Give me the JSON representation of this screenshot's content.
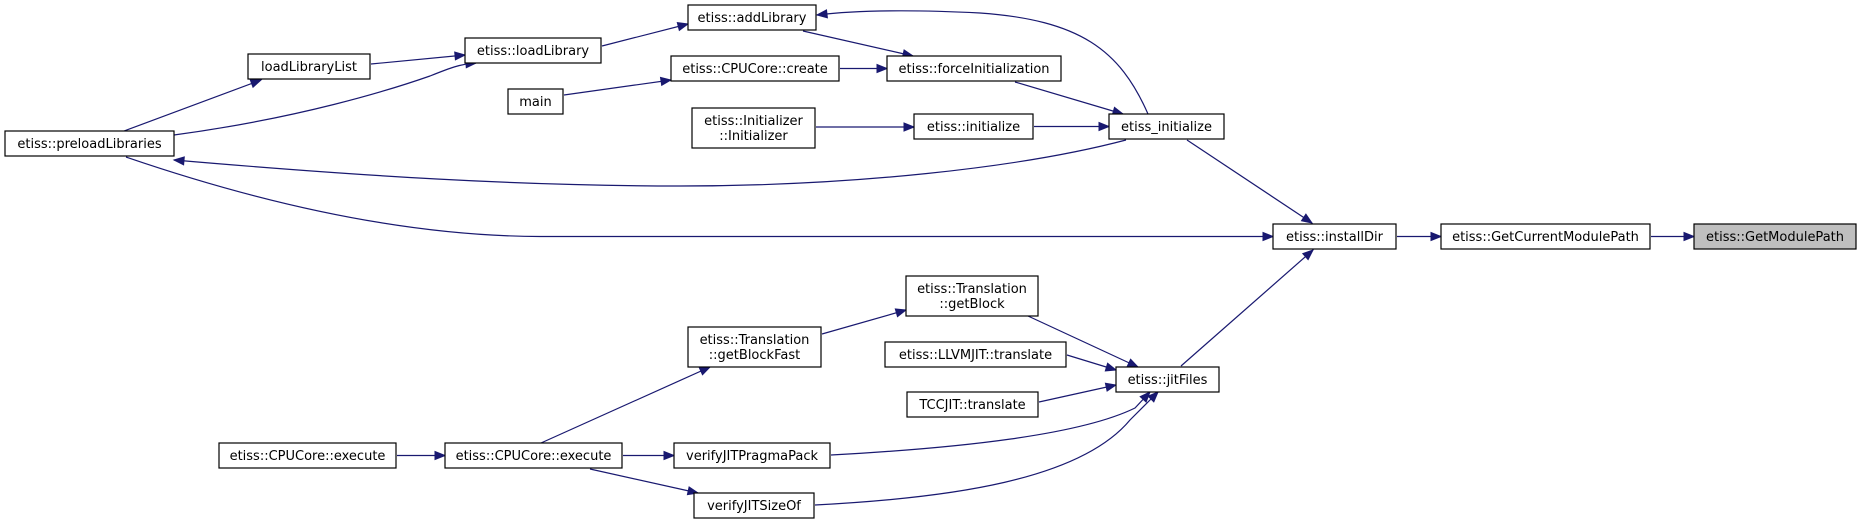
{
  "diagram": {
    "kind": "call-graph",
    "colors": {
      "edge": "#191970",
      "node_border": "#000000",
      "node_fill": "#ffffff",
      "highlight_fill": "#bfbfbf"
    },
    "nodes": [
      {
        "id": "getModulePath",
        "lines": [
          "etiss::GetModulePath"
        ],
        "highlight": true
      },
      {
        "id": "getCurrentModulePath",
        "lines": [
          "etiss::GetCurrentModulePath"
        ]
      },
      {
        "id": "installDir",
        "lines": [
          "etiss::installDir"
        ]
      },
      {
        "id": "etissInitialize",
        "lines": [
          "etiss_initialize"
        ]
      },
      {
        "id": "jitFiles",
        "lines": [
          "etiss::jitFiles"
        ]
      },
      {
        "id": "preloadLibraries",
        "lines": [
          "etiss::preloadLibraries"
        ]
      },
      {
        "id": "addLibrary",
        "lines": [
          "etiss::addLibrary"
        ]
      },
      {
        "id": "forceInitialization",
        "lines": [
          "etiss::forceInitialization"
        ]
      },
      {
        "id": "initialize",
        "lines": [
          "etiss::initialize"
        ]
      },
      {
        "id": "loadLibraryList",
        "lines": [
          "loadLibraryList"
        ]
      },
      {
        "id": "loadLibrary",
        "lines": [
          "etiss::loadLibrary"
        ]
      },
      {
        "id": "cpuCoreCreate",
        "lines": [
          "etiss::CPUCore::create"
        ]
      },
      {
        "id": "main",
        "lines": [
          "main"
        ]
      },
      {
        "id": "initializerCtor",
        "lines": [
          "etiss::Initializer",
          "::Initializer"
        ]
      },
      {
        "id": "getBlock",
        "lines": [
          "etiss::Translation",
          "::getBlock"
        ]
      },
      {
        "id": "getBlockFast",
        "lines": [
          "etiss::Translation",
          "::getBlockFast"
        ]
      },
      {
        "id": "llvmTranslate",
        "lines": [
          "etiss::LLVMJIT::translate"
        ]
      },
      {
        "id": "tccTranslate",
        "lines": [
          "TCCJIT::translate"
        ]
      },
      {
        "id": "verifyPragmaPack",
        "lines": [
          "verifyJITPragmaPack"
        ]
      },
      {
        "id": "verifySizeOf",
        "lines": [
          "verifyJITSizeOf"
        ]
      },
      {
        "id": "cpuCoreExecute",
        "lines": [
          "etiss::CPUCore::execute"
        ]
      },
      {
        "id": "cpuCoreExecute2",
        "lines": [
          "etiss::CPUCore::execute"
        ]
      }
    ],
    "edges": [
      {
        "from": "getCurrentModulePath",
        "to": "getModulePath"
      },
      {
        "from": "installDir",
        "to": "getCurrentModulePath"
      },
      {
        "from": "etissInitialize",
        "to": "installDir"
      },
      {
        "from": "jitFiles",
        "to": "installDir"
      },
      {
        "from": "preloadLibraries",
        "to": "installDir"
      },
      {
        "from": "etissInitialize",
        "to": "addLibrary"
      },
      {
        "from": "etissInitialize",
        "to": "preloadLibraries"
      },
      {
        "from": "forceInitialization",
        "to": "etissInitialize"
      },
      {
        "from": "initialize",
        "to": "etissInitialize"
      },
      {
        "from": "addLibrary",
        "to": "forceInitialization"
      },
      {
        "from": "cpuCoreCreate",
        "to": "forceInitialization"
      },
      {
        "from": "initializerCtor",
        "to": "initialize"
      },
      {
        "from": "main",
        "to": "cpuCoreCreate"
      },
      {
        "from": "loadLibrary",
        "to": "addLibrary"
      },
      {
        "from": "loadLibraryList",
        "to": "loadLibrary"
      },
      {
        "from": "preloadLibraries",
        "to": "loadLibrary"
      },
      {
        "from": "preloadLibraries",
        "to": "loadLibraryList"
      },
      {
        "from": "getBlock",
        "to": "jitFiles"
      },
      {
        "from": "llvmTranslate",
        "to": "jitFiles"
      },
      {
        "from": "tccTranslate",
        "to": "jitFiles"
      },
      {
        "from": "verifyPragmaPack",
        "to": "jitFiles"
      },
      {
        "from": "verifySizeOf",
        "to": "jitFiles"
      },
      {
        "from": "getBlockFast",
        "to": "getBlock"
      },
      {
        "from": "cpuCoreExecute",
        "to": "getBlockFast"
      },
      {
        "from": "cpuCoreExecute",
        "to": "verifyPragmaPack"
      },
      {
        "from": "cpuCoreExecute",
        "to": "verifySizeOf"
      },
      {
        "from": "cpuCoreExecute2",
        "to": "cpuCoreExecute"
      }
    ]
  }
}
